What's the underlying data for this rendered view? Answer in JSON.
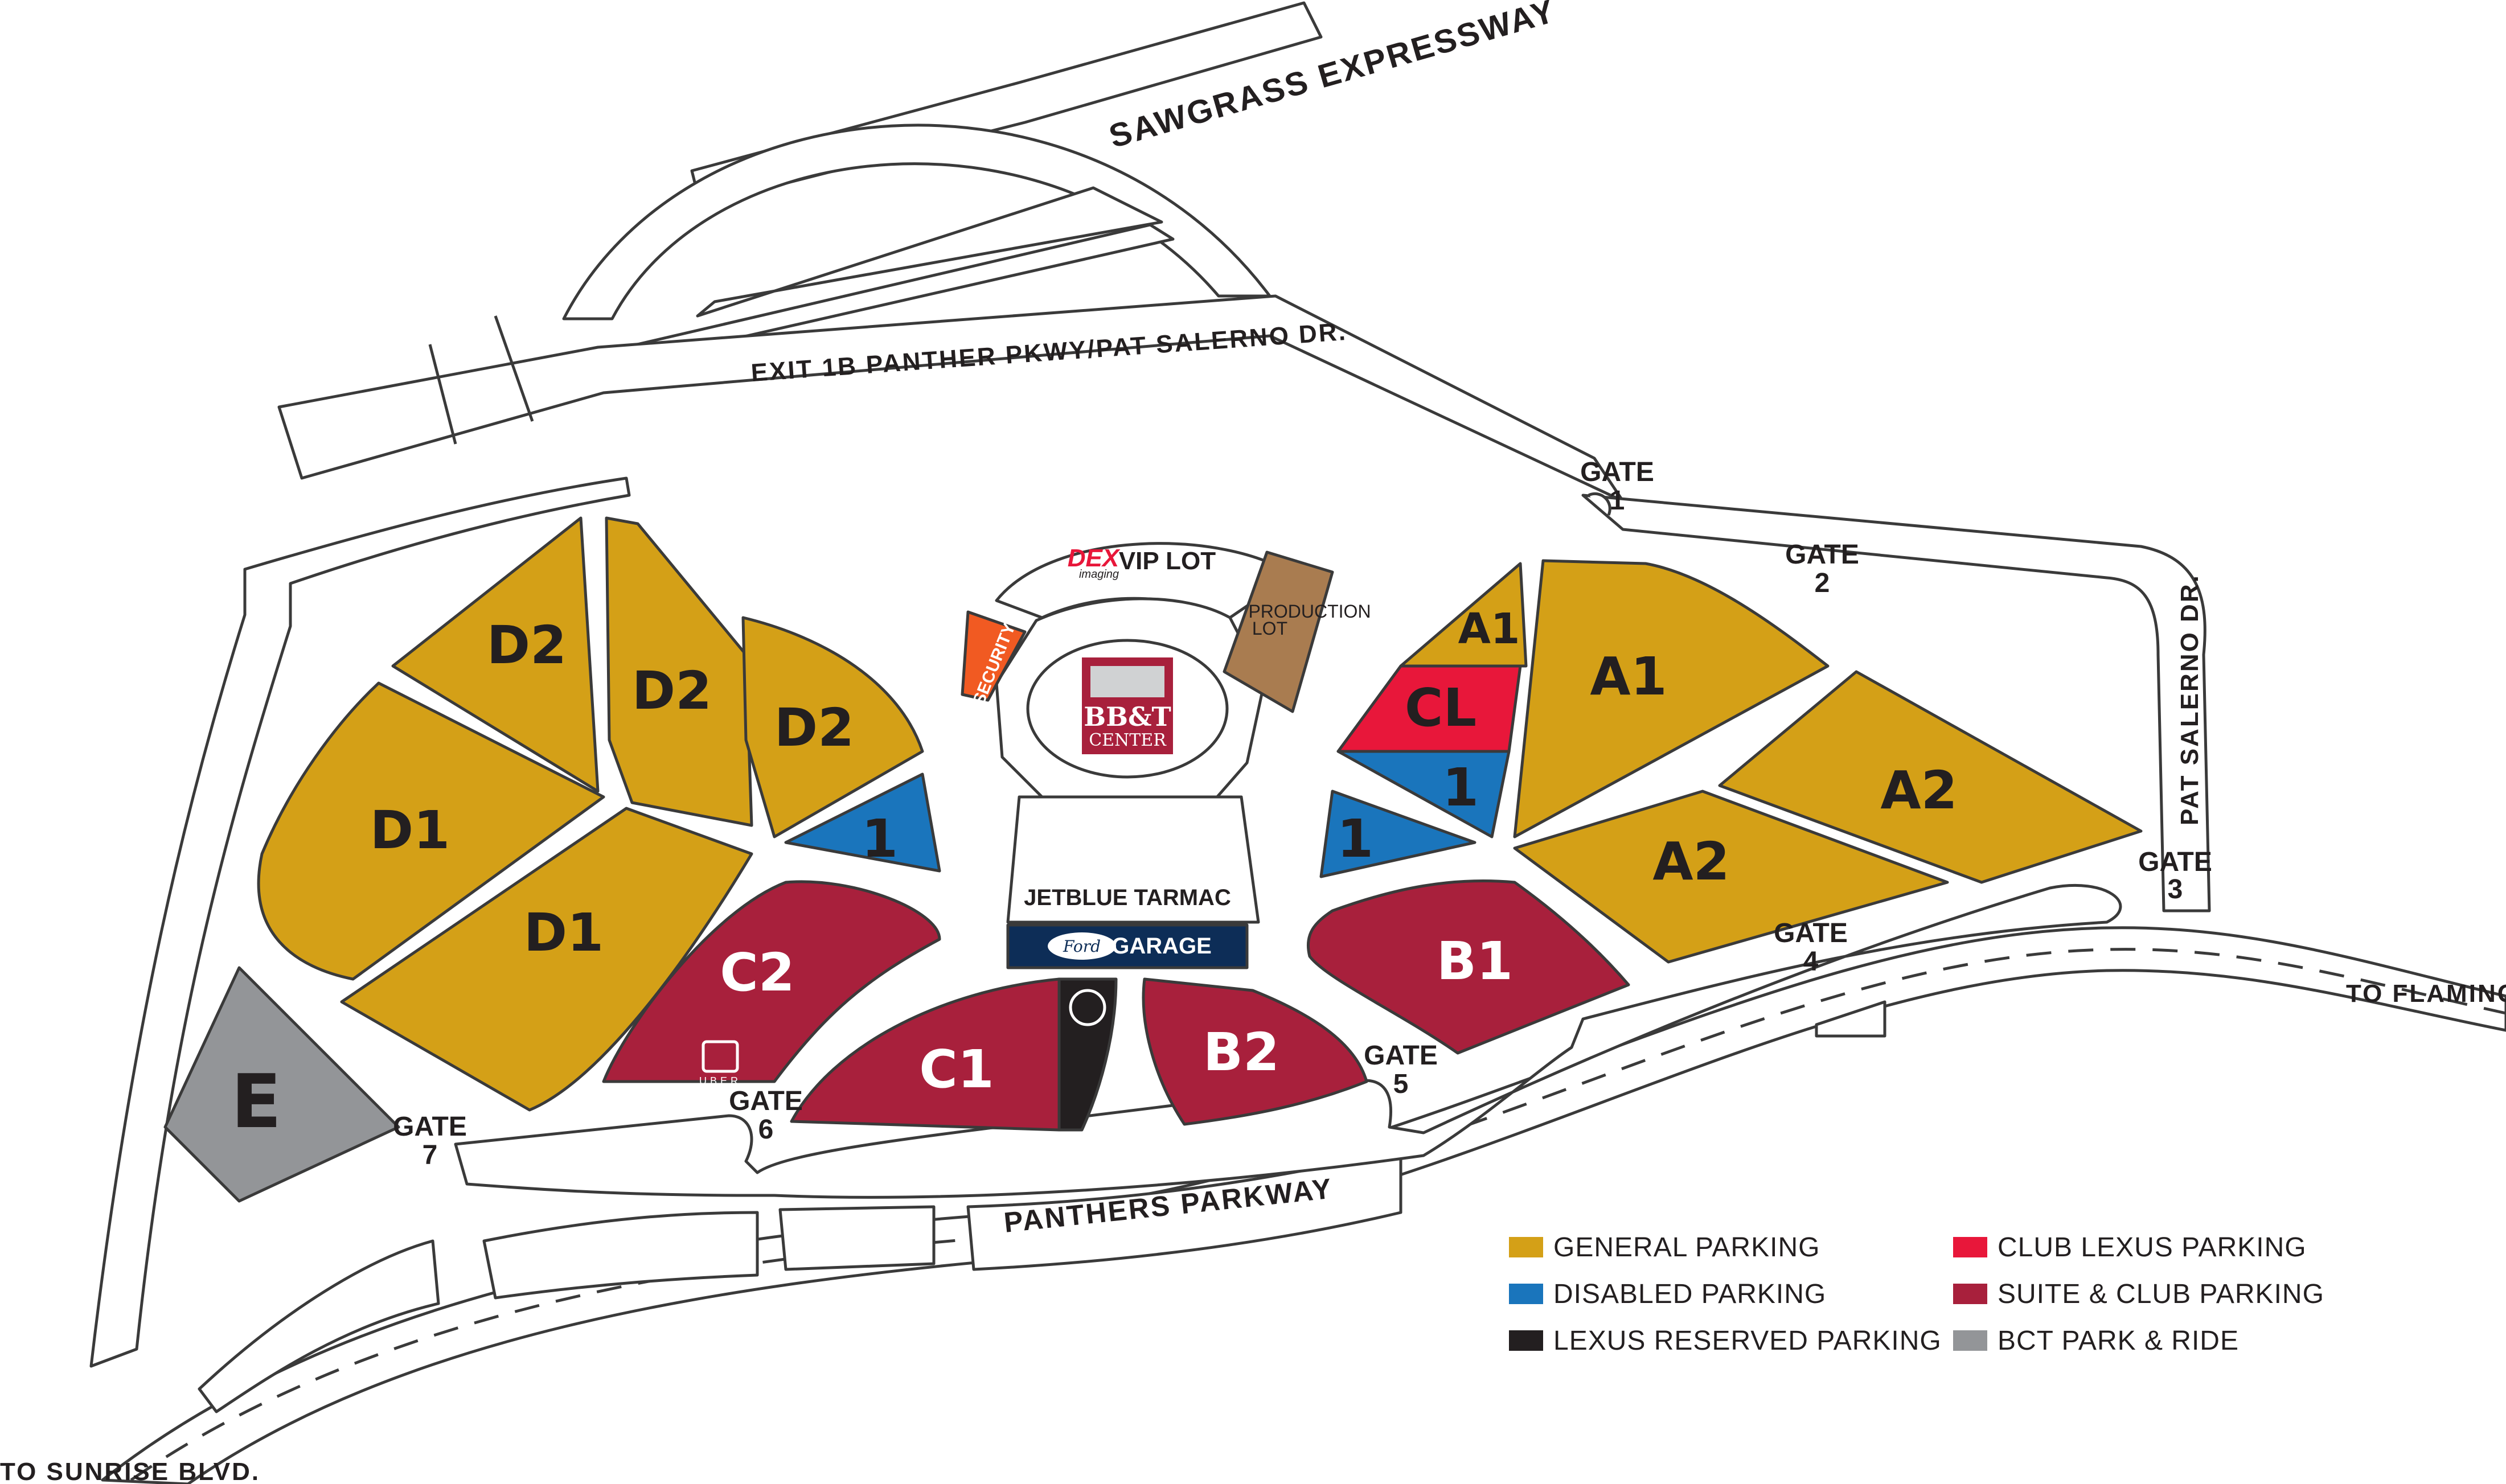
{
  "roads": {
    "sawgrass": "SAWGRASS EXPRESSWAY",
    "exit": "EXIT 1B PANTHER PKWY/PAT SALERNO DR.",
    "panthers": "PANTHERS PARKWAY",
    "pat_salerno": "PAT SALERNO DR.",
    "to_flamingo": "TO FLAMINGO",
    "to_sunrise": "TO SUNRISE BLVD."
  },
  "gates": [
    {
      "word": "GATE",
      "num": "1"
    },
    {
      "word": "GATE",
      "num": "2"
    },
    {
      "word": "GATE",
      "num": "3"
    },
    {
      "word": "GATE",
      "num": "4"
    },
    {
      "word": "GATE",
      "num": "5"
    },
    {
      "word": "GATE",
      "num": "6"
    },
    {
      "word": "GATE",
      "num": "7"
    }
  ],
  "lots": {
    "d2": "D2",
    "d1": "D1",
    "e": "E",
    "c2": "C2",
    "c1": "C1",
    "b2": "B2",
    "b1": "B1",
    "a1": "A1",
    "a2": "A2",
    "cl": "CL",
    "disabled": "1"
  },
  "venue": {
    "vip_brand": "DEX",
    "vip_brand_sub": "imaging",
    "vip_lot": "VIP LOT",
    "security": "SECURITY",
    "production_l1": "PRODUCTION",
    "production_l2": "LOT",
    "arena_l1": "BB&T",
    "arena_l2": "CENTER",
    "tarmac": "JETBLUE TARMAC",
    "garage_brand": "Ford",
    "garage": "GARAGE",
    "uber": "UBER"
  },
  "colors": {
    "general": "#d4a017",
    "disabled": "#1a75bc",
    "lexus": "#231f20",
    "club_lexus": "#e8173a",
    "suite": "#a8203c",
    "park_ride": "#939598",
    "security": "#f15a22",
    "production": "#a97c50",
    "garage": "#0d2d57"
  },
  "legend": [
    {
      "label": "GENERAL PARKING",
      "color": "#d4a017"
    },
    {
      "label": "CLUB LEXUS PARKING",
      "color": "#e8173a"
    },
    {
      "label": "DISABLED PARKING",
      "color": "#1a75bc"
    },
    {
      "label": "SUITE & CLUB PARKING",
      "color": "#a8203c"
    },
    {
      "label": "LEXUS RESERVED PARKING",
      "color": "#231f20"
    },
    {
      "label": "BCT PARK & RIDE",
      "color": "#939598"
    }
  ]
}
